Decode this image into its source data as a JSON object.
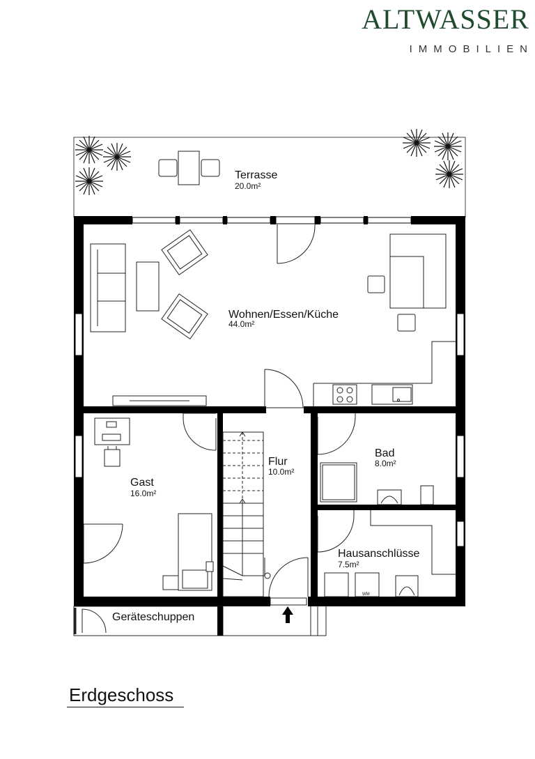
{
  "brand": {
    "name": "ALTWASSER",
    "subtitle": "IMMOBILIEN"
  },
  "floor": {
    "title": "Erdgeschoss"
  },
  "rooms": [
    {
      "id": "terrasse",
      "name": "Terrasse",
      "area": "20.0m²"
    },
    {
      "id": "wohnen",
      "name": "Wohnen/Essen/Küche",
      "area": "44.0m²"
    },
    {
      "id": "gast",
      "name": "Gast",
      "area": "16.0m²"
    },
    {
      "id": "flur",
      "name": "Flur",
      "area": "10.0m²"
    },
    {
      "id": "bad",
      "name": "Bad",
      "area": "8.0m²"
    },
    {
      "id": "hausanschluesse",
      "name": "Hausanschlüsse",
      "area": "7.5m²"
    },
    {
      "id": "geraeteschuppen",
      "name": "Geräteschuppen",
      "area": ""
    }
  ],
  "labels": {
    "washing_machine": "WM"
  },
  "colors": {
    "brand": "#1f4a2e",
    "wall": "#000000",
    "line": "#222222"
  }
}
